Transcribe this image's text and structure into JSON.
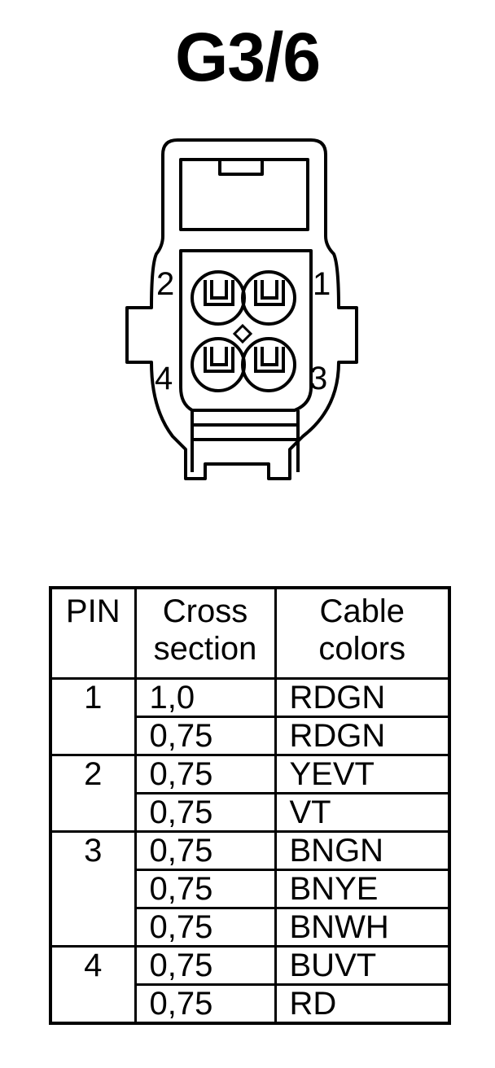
{
  "title": "G3/6",
  "connector": {
    "pin_labels": [
      "2",
      "1",
      "4",
      "3"
    ]
  },
  "table": {
    "headers": {
      "pin": "PIN",
      "cross_line1": "Cross",
      "cross_line2": "section",
      "colors_line1": "Cable",
      "colors_line2": "colors"
    },
    "groups": [
      {
        "pin": "1",
        "rows": [
          {
            "cross": "1,0",
            "color": "RDGN"
          },
          {
            "cross": "0,75",
            "color": "RDGN"
          }
        ]
      },
      {
        "pin": "2",
        "rows": [
          {
            "cross": "0,75",
            "color": "YEVT"
          },
          {
            "cross": "0,75",
            "color": "VT"
          }
        ]
      },
      {
        "pin": "3",
        "rows": [
          {
            "cross": "0,75",
            "color": "BNGN"
          },
          {
            "cross": "0,75",
            "color": "BNYE"
          },
          {
            "cross": "0,75",
            "color": "BNWH"
          }
        ]
      },
      {
        "pin": "4",
        "rows": [
          {
            "cross": "0,75",
            "color": "BUVT"
          },
          {
            "cross": "0,75",
            "color": "RD"
          }
        ]
      }
    ]
  }
}
